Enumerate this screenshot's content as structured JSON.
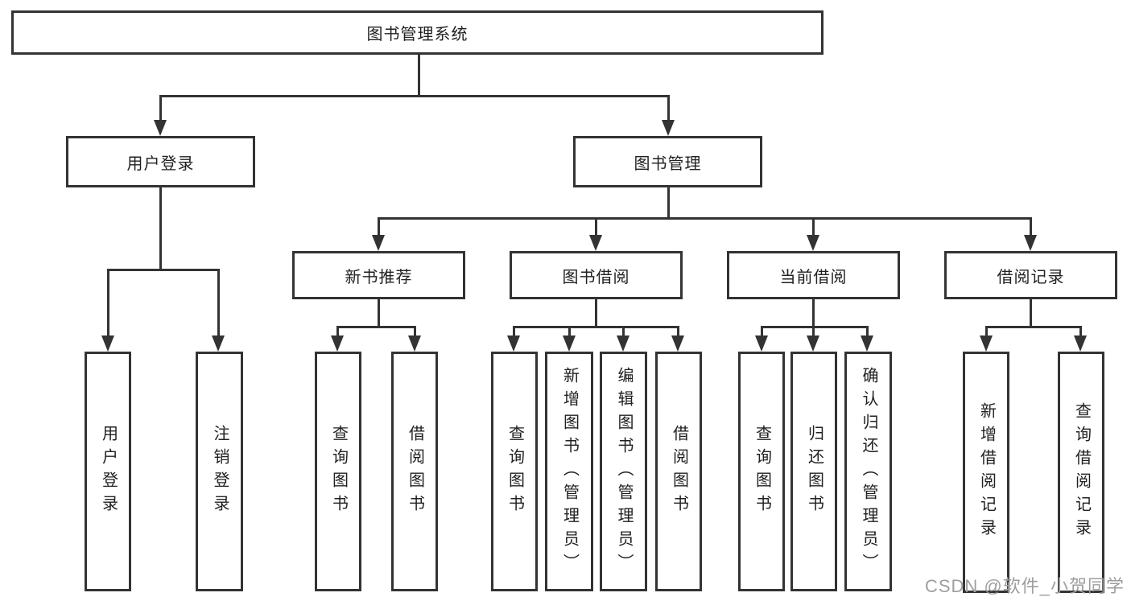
{
  "tree": {
    "root": {
      "label": "图书管理系统"
    },
    "branches": [
      {
        "label": "用户登录",
        "children": [
          "用户登录",
          "注销登录"
        ]
      },
      {
        "label": "图书管理",
        "groups": [
          {
            "label": "新书推荐",
            "children": [
              "查询图书",
              "借阅图书"
            ]
          },
          {
            "label": "图书借阅",
            "children": [
              "查询图书",
              "新增图书（管理员）",
              "编辑图书（管理员）",
              "借阅图书"
            ]
          },
          {
            "label": "当前借阅",
            "children": [
              "查询图书",
              "归还图书",
              "确认归还（管理员）"
            ]
          },
          {
            "label": "借阅记录",
            "children": [
              "新增借阅记录",
              "查询借阅记录"
            ]
          }
        ]
      }
    ]
  },
  "watermark": "CSDN @软件_小贺同学",
  "colors": {
    "line": "#333333",
    "text": "#212121",
    "background": "#ffffff",
    "watermark_text": "#9e9e9e"
  }
}
